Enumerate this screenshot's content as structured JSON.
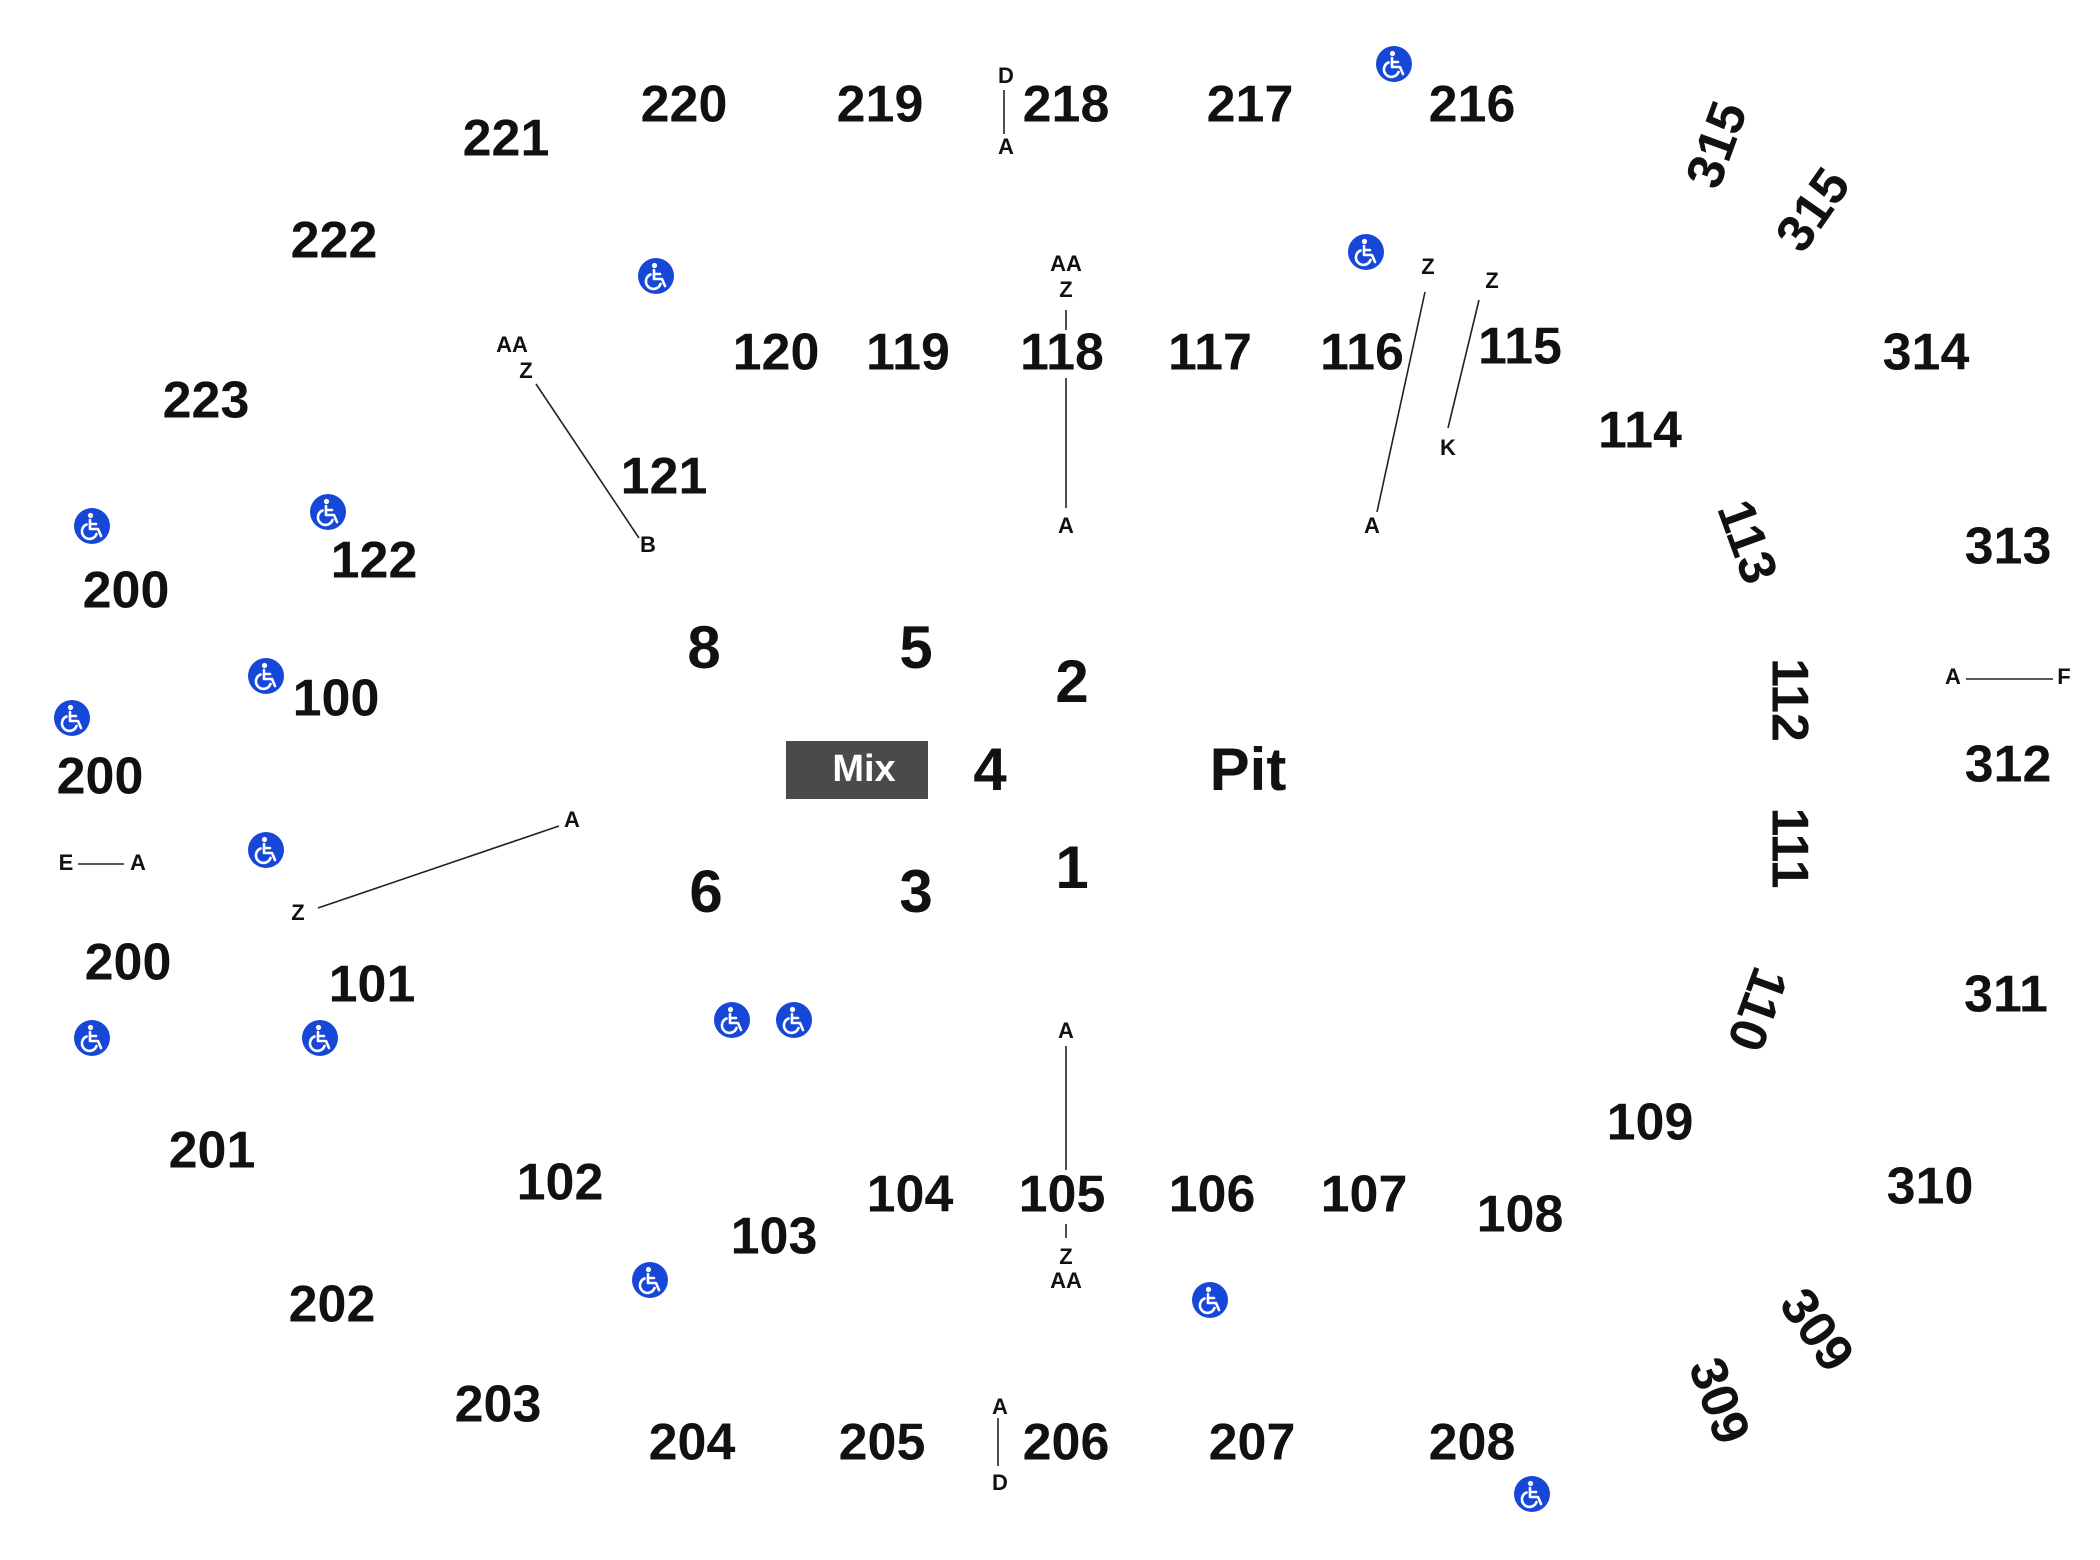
{
  "sections": {
    "s221": "221",
    "s220": "220",
    "s219": "219",
    "s218": "218",
    "s217": "217",
    "s216": "216",
    "s222": "222",
    "s223": "223",
    "s120": "120",
    "s119": "119",
    "s118": "118",
    "s117": "117",
    "s116": "116",
    "s115": "115",
    "s121": "121",
    "s122": "122",
    "s114": "114",
    "s113": "113",
    "s200a": "200",
    "s200b": "200",
    "s200c": "200",
    "s100": "100",
    "s101": "101",
    "s8": "8",
    "s5": "5",
    "s2": "2",
    "s4": "4",
    "s6": "6",
    "s3": "3",
    "s1": "1",
    "pit": "Pit",
    "mix": "Mix",
    "s112": "112",
    "s111": "111",
    "s110": "110",
    "s109": "109",
    "s315a": "315",
    "s315b": "315",
    "s314": "314",
    "s313": "313",
    "s312": "312",
    "s311": "311",
    "s310": "310",
    "s309a": "309",
    "s309b": "309",
    "s201": "201",
    "s202": "202",
    "s203": "203",
    "s102": "102",
    "s103": "103",
    "s104": "104",
    "s105": "105",
    "s106": "106",
    "s107": "107",
    "s108": "108",
    "s204": "204",
    "s205": "205",
    "s206": "206",
    "s207": "207",
    "s208": "208"
  },
  "rows": {
    "r218_top": "D",
    "r218_bottom": "A",
    "r118_aa": "AA",
    "r118_z": "Z",
    "r118_a": "A",
    "r121_aa": "AA",
    "r121_z": "Z",
    "r121_b": "B",
    "r116_z": "Z",
    "r116_a": "A",
    "r115_z": "Z",
    "r115_k": "K",
    "r312_a": "A",
    "r312_f": "F",
    "r200_e": "E",
    "r200_a": "A",
    "r101_a": "A",
    "r101_z": "Z",
    "r105_a": "A",
    "r105_z": "Z",
    "r105_aa": "AA",
    "r206_top": "A",
    "r206_bottom": "D"
  },
  "icons": {
    "accessible": "wheelchair-icon"
  },
  "colors": {
    "accessible": "#1747d6",
    "mix": "#4a4a4a",
    "text": "#111111"
  }
}
